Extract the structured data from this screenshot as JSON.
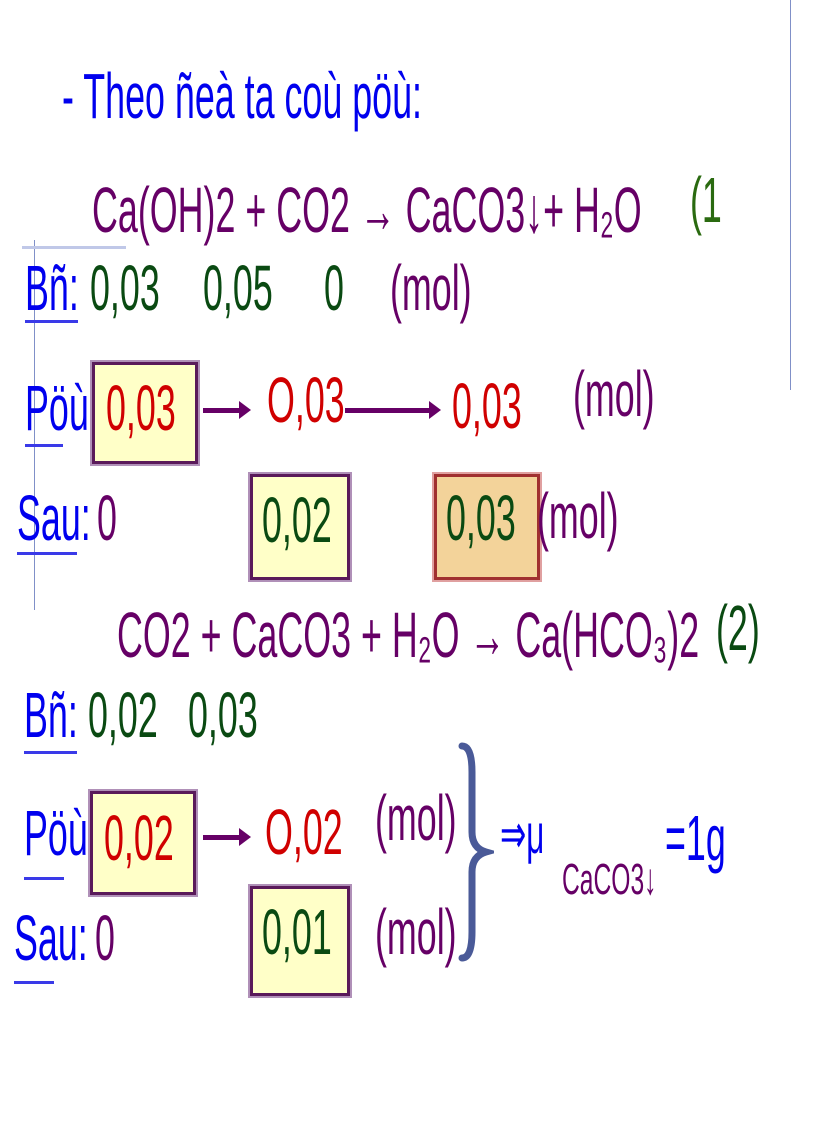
{
  "title": "- Theo ñeà ta coù pöù:",
  "reaction1": {
    "equation": "Ca(OH)2 + CO2 → CaCO3↓+ H₂O",
    "number": "(1",
    "initial": {
      "label": "Bñ:",
      "values": [
        "0,03",
        "0,05",
        "0"
      ],
      "unit": "(mol)"
    },
    "reacted": {
      "label": "Pöù:",
      "values": [
        "0,03",
        "O,03",
        "0,03"
      ],
      "unit": "(mol)"
    },
    "after": {
      "label": "Sau:",
      "values": [
        "0",
        "0,02",
        "0,03"
      ],
      "unit": "(mol)"
    }
  },
  "reaction2": {
    "equation": "CO2 + CaCO3 + H₂O → Ca(HCO₃)2",
    "number": "(2)",
    "initial": {
      "label": "Bñ:",
      "values": [
        "0,02",
        "0,03"
      ]
    },
    "reacted": {
      "label": "Pöù:",
      "values": [
        "0,02",
        "O,02"
      ],
      "unit": "(mol)"
    },
    "after": {
      "label": "Sau:",
      "values": [
        "0",
        "0,01"
      ],
      "unit": "(mol)"
    }
  },
  "result": {
    "implies": "⇒μ",
    "subscript": "CaCO3↓",
    "value": "=1g"
  },
  "colors": {
    "label": "#0000ee",
    "equation": "#660066",
    "initial": "#0a4a12",
    "reacted": "#d00000",
    "box_fill": "#ffffc8"
  }
}
